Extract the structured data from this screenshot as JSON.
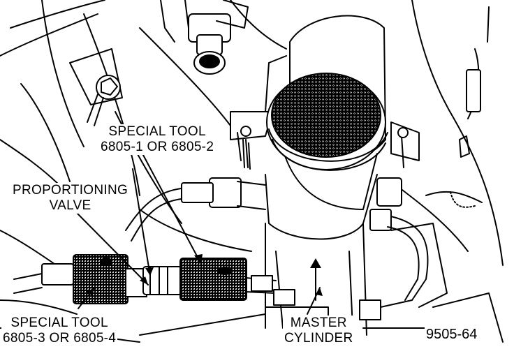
{
  "labels": {
    "special_tool_top": {
      "line1": "SPECIAL TOOL",
      "line2": "6805-1 OR 6805-2"
    },
    "proportioning_valve": {
      "line1": "PROPORTIONING",
      "line2": "VALVE"
    },
    "special_tool_bottom": {
      "line1": "SPECIAL TOOL",
      "line2": "6805-3 OR 6805-4"
    },
    "master_cylinder": {
      "line1": "MASTER",
      "line2": "CYLINDER"
    }
  },
  "figure_number": "9505-64",
  "colors": {
    "ink": "#000000",
    "paper": "#ffffff"
  }
}
